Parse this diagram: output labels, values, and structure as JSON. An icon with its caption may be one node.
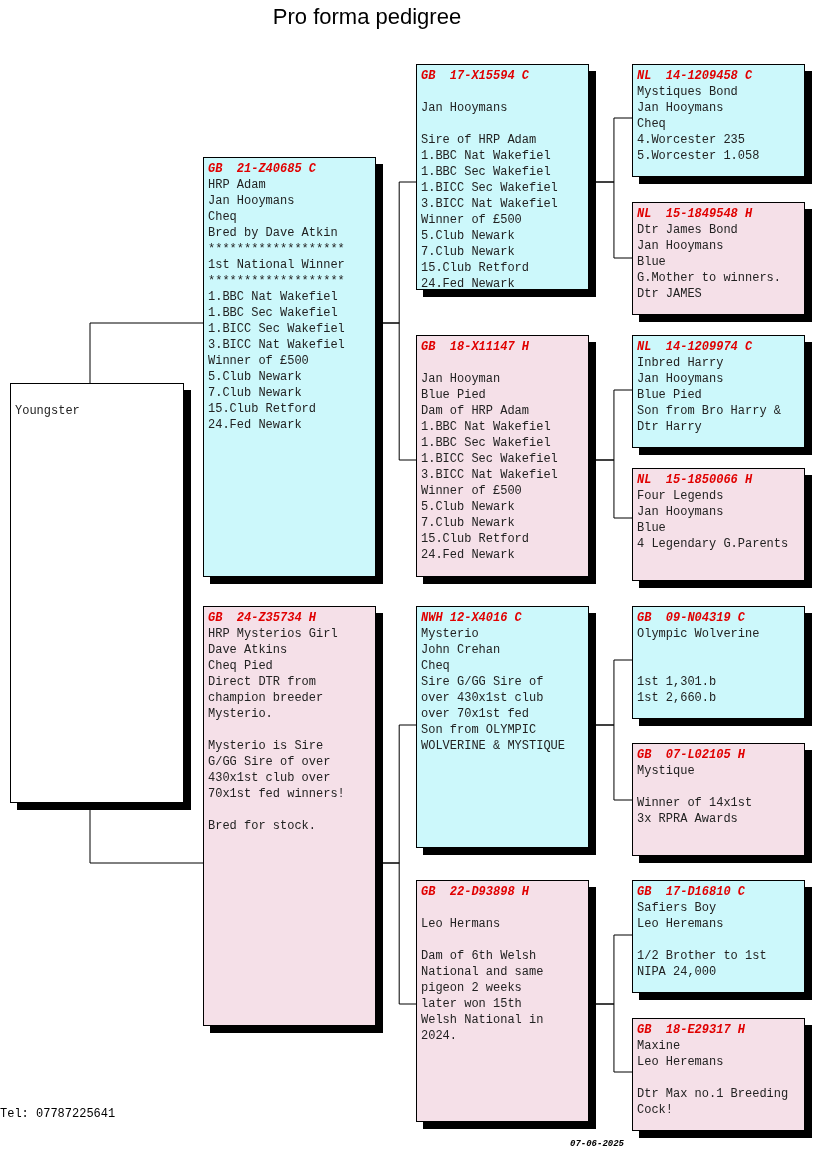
{
  "diagram": {
    "title": "Pro forma pedigree",
    "nodes": [
      {
        "text": [
          "Youngster"
        ]
      },
      {
        "text": [
          "GB  21-Z40685 C",
          "HRP Adam",
          "Jan Hooymans",
          "Cheq",
          "Bred by Dave Atkin",
          "*******************",
          "1st National Winner",
          "*******************",
          "1.BBC Nat Wakefiel",
          "1.BBC Sec Wakefiel",
          "1.BICC Sec Wakefiel",
          "3.BICC Nat Wakefiel",
          "Winner of £500",
          "5.Club Newark",
          "7.Club Newark",
          "15.Club Retford",
          "24.Fed Newark"
        ]
      },
      {
        "text": [
          "GB  24-Z35734 H",
          "HRP Mysterios Girl",
          "Dave Atkins",
          "Cheq Pied",
          "Direct DTR from champion breeder Mysterio.",
          "Mysterio is Sire G/GG Sire of over 430x1st club over 70x1st fed winners!",
          "Bred for stock."
        ]
      },
      {
        "text": [
          "GB  17-X15594 C",
          "Jan Hooymans",
          "Sire of HRP Adam",
          "1.BBC Nat Wakefiel",
          "1.BBC Sec Wakefiel",
          "1.BICC Sec Wakefiel",
          "3.BICC Nat Wakefiel",
          "Winner of £500",
          "5.Club Newark",
          "7.Club Newark",
          "15.Club Retford",
          "24.Fed Newark"
        ]
      },
      {
        "text": [
          "GB  18-X11147 H",
          "Jan Hooyman",
          "Blue Pied",
          "Dam of HRP Adam",
          "1.BBC Nat Wakefiel",
          "1.BBC Sec Wakefiel",
          "1.BICC Sec Wakefiel",
          "3.BICC Nat Wakefiel",
          "Winner of £500",
          "5.Club Newark",
          "7.Club Newark",
          "15.Club Retford",
          "24.Fed Newark"
        ]
      },
      {
        "text": [
          "NWH 12-X4016 C",
          "Mysterio",
          "John Crehan",
          "Cheq",
          "Sire G/GG Sire of over 430x1st club over 70x1st fed",
          "Son from OLYMPIC WOLVERINE & MYSTIQUE"
        ]
      },
      {
        "text": [
          "GB  22-D93898 H",
          "Leo Hermans",
          "Dam of 6th Welsh National and same pigeon 2 weeks later won 15th Welsh National in 2024."
        ]
      },
      {
        "text": [
          "NL  14-1209458 C",
          "Mystiques Bond",
          "Jan Hooymans",
          "Cheq",
          "4.Worcester 235",
          "5.Worcester 1.058"
        ]
      },
      {
        "text": [
          "NL  15-1849548 H",
          "Dtr James Bond",
          "Jan Hooymans",
          "Blue",
          "G.Mother to winners. Dtr JAMES"
        ]
      },
      {
        "text": [
          "NL  14-1209974 C",
          "Inbred Harry",
          "Jan Hooymans",
          "Blue Pied",
          "Son from Bro Harry & Dtr Harry"
        ]
      },
      {
        "text": [
          "NL  15-1850066 H",
          "Four Legends",
          "Jan Hooymans",
          "Blue",
          "4 Legendary G.Parents"
        ]
      },
      {
        "text": [
          "GB  09-N04319 C",
          "Olympic Wolverine",
          "1st 1,301.b",
          "1st 2,660.b"
        ]
      },
      {
        "text": [
          "GB  07-L02105 H",
          "Mystique",
          "Winner of 14x1st",
          "3x RPRA Awards"
        ]
      },
      {
        "text": [
          "GB  17-D16810 C",
          "Safiers Boy",
          "Leo Heremans",
          "1/2 Brother to 1st NIPA 24,000"
        ]
      },
      {
        "text": [
          "GB  18-E29317 H",
          "Maxine",
          "Leo Heremans",
          "Dtr Max no.1 Breeding Cock!"
        ]
      }
    ],
    "edges": [
      {
        "from": 0,
        "to": 1,
        "arrow": "none"
      },
      {
        "from": 0,
        "to": 2,
        "arrow": "none"
      },
      {
        "from": 1,
        "to": 3,
        "arrow": "none"
      },
      {
        "from": 1,
        "to": 4,
        "arrow": "none"
      },
      {
        "from": 2,
        "to": 5,
        "arrow": "none"
      },
      {
        "from": 2,
        "to": 6,
        "arrow": "none"
      },
      {
        "from": 3,
        "to": 7,
        "arrow": "none"
      },
      {
        "from": 3,
        "to": 8,
        "arrow": "none"
      },
      {
        "from": 4,
        "to": 9,
        "arrow": "none"
      },
      {
        "from": 4,
        "to": 10,
        "arrow": "none"
      },
      {
        "from": 5,
        "to": 11,
        "arrow": "none"
      },
      {
        "from": 5,
        "to": 12,
        "arrow": "none"
      },
      {
        "from": 6,
        "to": 13,
        "arrow": "none"
      },
      {
        "from": 6,
        "to": 14,
        "arrow": "none"
      }
    ],
    "labels": [
      "Tel: 07787225641",
      "07-06-2025"
    ]
  }
}
